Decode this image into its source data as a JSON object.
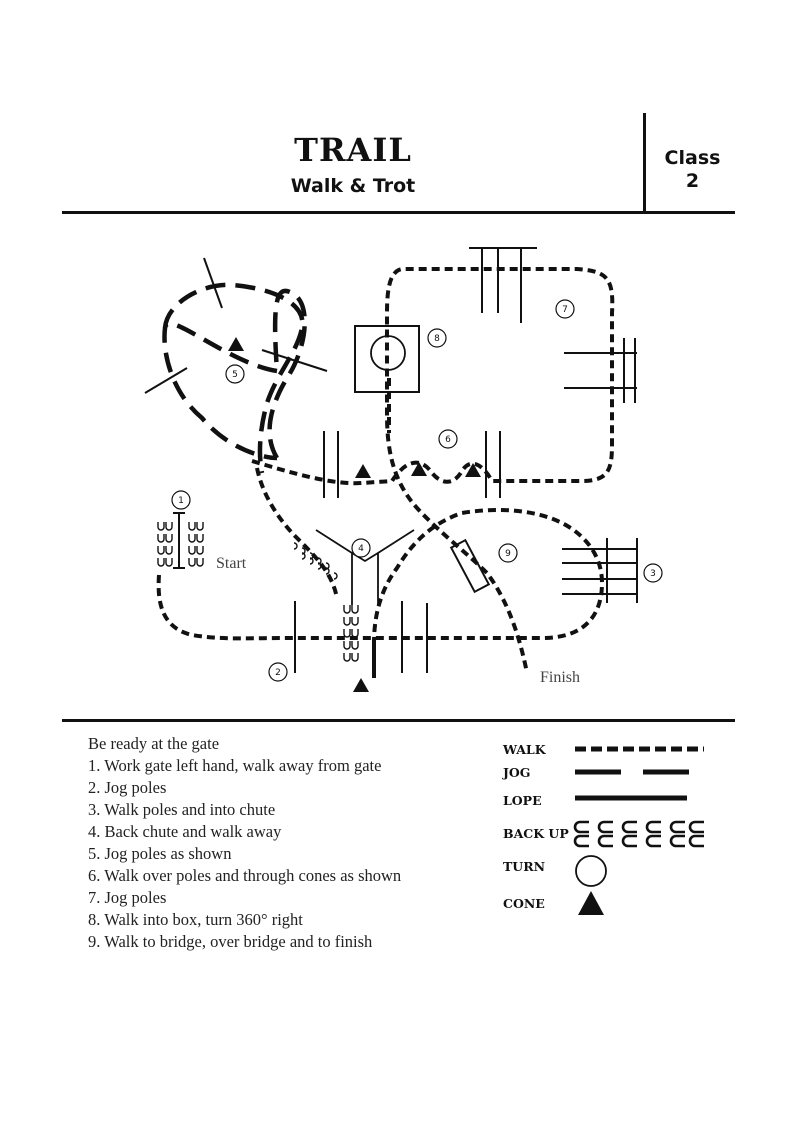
{
  "header": {
    "title": "TRAIL",
    "subtitle": "Walk & Trot",
    "class_label": "Class",
    "class_number": "2"
  },
  "map": {
    "start_label": "Start",
    "finish_label": "Finish",
    "obstacles": [
      {
        "number": "1"
      },
      {
        "number": "2"
      },
      {
        "number": "3"
      },
      {
        "number": "4"
      },
      {
        "number": "5"
      },
      {
        "number": "6"
      },
      {
        "number": "7"
      },
      {
        "number": "8"
      },
      {
        "number": "9"
      }
    ]
  },
  "instructions": {
    "intro": "Be ready at the gate",
    "steps": [
      "1. Work gate left hand, walk away from gate",
      "2. Jog poles",
      "3. Walk poles and into chute",
      "4. Back chute and walk away",
      "5. Jog poles as shown",
      "6. Walk over poles and through cones as shown",
      "7. Jog poles",
      "8. Walk into box, turn 360° right",
      "9. Walk to bridge, over bridge and to finish"
    ]
  },
  "legend": {
    "walk": "WALK",
    "jog": "JOG",
    "lope": "LOPE",
    "back_up": "BACK UP",
    "turn": "TURN",
    "cone": "CONE"
  }
}
